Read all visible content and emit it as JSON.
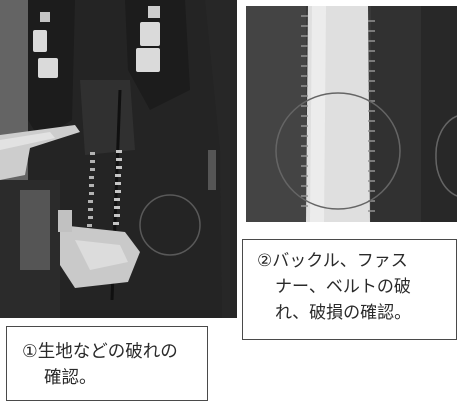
{
  "captions": {
    "left": {
      "line1": "①生地などの破れの",
      "line2": "確認。"
    },
    "right": {
      "line1": "②バックル、ファス",
      "line2": "ナー、ベルトの破",
      "line3": "れ、破損の確認。"
    }
  },
  "colors": {
    "photo_dark": "#262626",
    "photo_mid": "#4f4f4f",
    "highlight": "#e6e6e6",
    "border": "#4a4a4a",
    "text": "#2a2a2a"
  }
}
